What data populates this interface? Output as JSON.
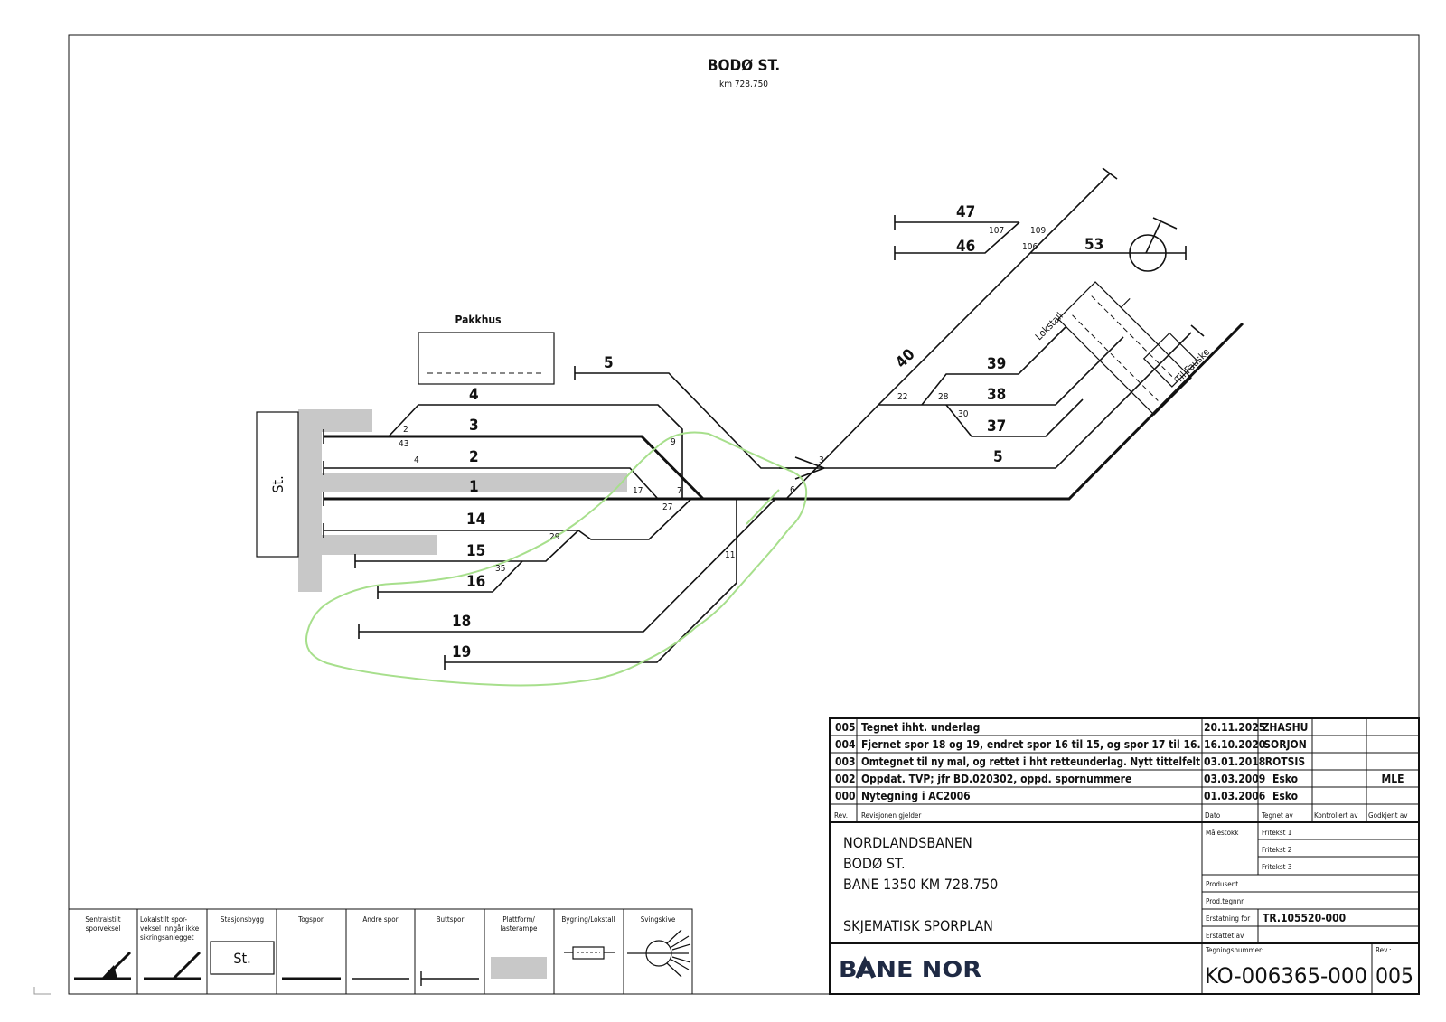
{
  "header": {
    "title": "BODØ ST.",
    "subtitle": "km 728.750"
  },
  "station": {
    "building_label": "St.",
    "pakkhus_label": "Pakkhus",
    "lokstall_label": "Lokstall",
    "direction_label": "Til Fauske"
  },
  "tracks": [
    "47",
    "46",
    "53",
    "40",
    "39",
    "38",
    "37",
    "5",
    "5",
    "4",
    "3",
    "2",
    "1",
    "14",
    "15",
    "16",
    "18",
    "19"
  ],
  "switches": [
    "107",
    "109",
    "106",
    "22",
    "28",
    "30",
    "3",
    "6",
    "2",
    "43",
    "4",
    "9",
    "17",
    "7",
    "27",
    "29",
    "35",
    "11"
  ],
  "revisions": [
    {
      "rev": "005",
      "text": "Tegnet ihht. underlag",
      "date": "20.11.2025",
      "drawn_by": "ZHASHU",
      "checked_by": "",
      "approved_by": ""
    },
    {
      "rev": "004",
      "text": "Fjernet spor 18 og 19, endret spor 16 til 15, og spor 17 til 16.",
      "date": "16.10.2020",
      "drawn_by": "SORJON",
      "checked_by": "",
      "approved_by": ""
    },
    {
      "rev": "003",
      "text": "Omtegnet til ny mal, og rettet i hht retteunderlag. Nytt tittelfelt",
      "date": "03.01.2018",
      "drawn_by": "ROTSIS",
      "checked_by": "",
      "approved_by": ""
    },
    {
      "rev": "002",
      "text": "Oppdat. TVP; jfr BD.020302, oppd. spornummere",
      "date": "03.03.2009",
      "drawn_by": "Esko",
      "checked_by": "",
      "approved_by": "MLE"
    },
    {
      "rev": "000",
      "text": "Nytegning i AC2006",
      "date": "01.03.2006",
      "drawn_by": "Esko",
      "checked_by": "",
      "approved_by": ""
    }
  ],
  "revision_headers": {
    "rev": "Rev.",
    "text": "Revisjonen gjelder",
    "date": "Dato",
    "drawn_by": "Tegnet av",
    "checked_by": "Kontrollert av",
    "approved_by": "Godkjent av"
  },
  "title_block": {
    "line1": "NORDLANDSBANEN",
    "line2": "BODØ ST.",
    "line3": "BANE 1350  KM 728.750",
    "line4": "SKJEMATISK SPORPLAN",
    "company": "BANE NOR",
    "scale_label": "Målestokk",
    "fritekst": [
      "Fritekst 1",
      "Fritekst 2",
      "Fritekst 3"
    ],
    "produsent_label": "Produsent",
    "prod_tegnnr_label": "Prod.tegnnr.",
    "erstatning_label": "Erstatning for",
    "erstatning_value": "TR.105520-000",
    "erstattet_label": "Erstattet av",
    "drawing_no_label": "Tegningsnummer:",
    "drawing_no": "KO-006365-000",
    "rev_label": "Rev.:",
    "rev_value": "005"
  },
  "legend": [
    {
      "label": "Sentralstilt sporveksel",
      "sample": "central-switch"
    },
    {
      "label": "Lokalstilt spor- veksel inngår ikke i sikringsanlegget",
      "sample": "local-switch"
    },
    {
      "label": "Stasjonsbygg",
      "sample": "station-building",
      "sample_text": "St."
    },
    {
      "label": "Togspor",
      "sample": "train-track"
    },
    {
      "label": "Andre spor",
      "sample": "other-track"
    },
    {
      "label": "Buttspor",
      "sample": "buffer-track"
    },
    {
      "label": "Plattform/ lasterampe",
      "sample": "platform"
    },
    {
      "label": "Bygning/Lokstall",
      "sample": "building"
    },
    {
      "label": "Svingskive",
      "sample": "turntable"
    }
  ],
  "colors": {
    "ink": "#111111",
    "platform": "#c8c8c8",
    "cloud": "#a7df8c",
    "brand": "#1f2a44"
  }
}
